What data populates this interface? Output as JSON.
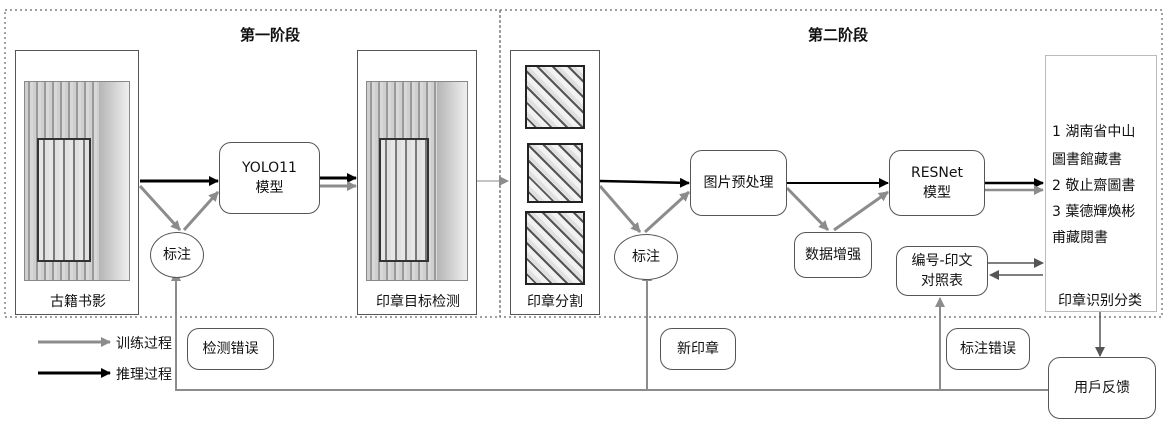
{
  "stages": {
    "stage1": "第一阶段",
    "stage2": "第二阶段"
  },
  "nodes": {
    "ancient_book": "古籍书影",
    "seal_detection": "印章目标检测",
    "seal_segmentation": "印章分割",
    "yolo_line1": "YOLO11",
    "yolo_line2": "模型",
    "annotate1": "标注",
    "annotate2": "标注",
    "preprocess": "图片预处理",
    "augment": "数据增强",
    "resnet_line1": "RESNet",
    "resnet_line2": "模型",
    "mapping_line1": "编号-印文",
    "mapping_line2": "对照表",
    "classification_title": "印章识别分类",
    "user_feedback": "用戶反馈"
  },
  "recognition_results": [
    "1 湖南省中山",
    "圖書館藏書",
    "2 敬止齋圖書",
    "3 葉德輝煥彬",
    "甫藏閱書"
  ],
  "feedback_labels": {
    "detection_error": "检测错误",
    "new_seal": "新印章",
    "annotation_error": "标注错误"
  },
  "legend": {
    "training": "训练过程",
    "inference": "推理过程"
  },
  "colors": {
    "training": "#8c8c8c",
    "inference": "#000000",
    "border": "#555555"
  }
}
